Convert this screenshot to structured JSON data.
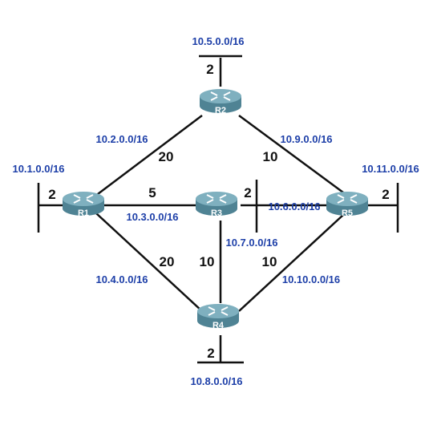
{
  "diagram": {
    "colors": {
      "link": "#111111",
      "network_label": "#1d3fa8",
      "cost_label": "#111111",
      "router_top": "#7fb0bf",
      "router_side": "#4f8394",
      "router_arrow": "#ffffff"
    },
    "routers": [
      {
        "id": "R1",
        "name": "R1",
        "icon": "router-icon"
      },
      {
        "id": "R2",
        "name": "R2",
        "icon": "router-icon"
      },
      {
        "id": "R3",
        "name": "R3",
        "icon": "router-icon"
      },
      {
        "id": "R4",
        "name": "R4",
        "icon": "router-icon"
      },
      {
        "id": "R5",
        "name": "R5",
        "icon": "router-icon"
      }
    ],
    "networks": [
      {
        "id": "net-10-1",
        "label": "10.1.0.0/16",
        "cost": "2"
      },
      {
        "id": "net-10-2",
        "label": "10.2.0.0/16",
        "cost": "20"
      },
      {
        "id": "net-10-3",
        "label": "10.3.0.0/16",
        "cost": "5"
      },
      {
        "id": "net-10-4",
        "label": "10.4.0.0/16",
        "cost": "20"
      },
      {
        "id": "net-10-5",
        "label": "10.5.0.0/16",
        "cost": "2"
      },
      {
        "id": "net-10-6",
        "label": "10.6.0.0/16",
        "cost": "2"
      },
      {
        "id": "net-10-7",
        "label": "10.7.0.0/16",
        "cost": "10"
      },
      {
        "id": "net-10-8",
        "label": "10.8.0.0/16",
        "cost": "2"
      },
      {
        "id": "net-10-9",
        "label": "10.9.0.0/16",
        "cost": "10"
      },
      {
        "id": "net-10-10",
        "label": "10.10.0.0/16",
        "cost": "10"
      },
      {
        "id": "net-10-11",
        "label": "10.11.0.0/16",
        "cost": "2"
      }
    ]
  }
}
